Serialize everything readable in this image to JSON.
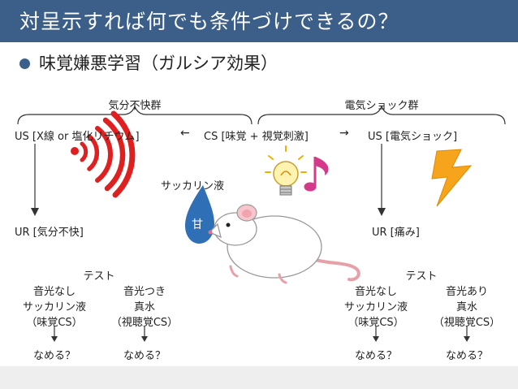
{
  "slide": {
    "title": "対呈示すれば何でも条件づけできるの？",
    "subtitle": "味覚嫌悪学習（ガルシア効果）",
    "colors": {
      "header_bg": "#3b5f88",
      "bullet": "#3b5f88",
      "signal": "#e02020",
      "bolt": "#f5a41b",
      "drop": "#2f6fb5",
      "note": "#d5398a"
    }
  },
  "groups": {
    "left": "気分不快群",
    "right": "電気ショック群"
  },
  "conditioning": {
    "us_left": "US [X線 or 塩化リチウム]",
    "arrow_left": "←",
    "cs": "CS [味覚 + 視覚刺激]",
    "arrow_right": "→",
    "us_right": "US [電気ショック]",
    "ur_left": "UR [気分不快]",
    "ur_right": "UR [痛み]",
    "saccharin": "サッカリン液",
    "drop_label": "甘"
  },
  "icons": [
    "radio-waves-icon",
    "light-bulb-icon",
    "music-note-icon",
    "lightning-bolt-icon",
    "liquid-drop-icon",
    "rat-icon"
  ],
  "tests": {
    "left": {
      "heading": "テスト",
      "col1": [
        "音光なし",
        "サッカリン液",
        "（味覚CS）",
        "なめる？"
      ],
      "col2": [
        "音光つき",
        "真水",
        "（視聴覚CS）",
        "なめる？"
      ]
    },
    "right": {
      "heading": "テスト",
      "col1": [
        "音光なし",
        "サッカリン液",
        "（味覚CS）",
        "なめる？"
      ],
      "col2": [
        "音光あり",
        "真水",
        "（視聴覚CS）",
        "なめる？"
      ]
    }
  }
}
